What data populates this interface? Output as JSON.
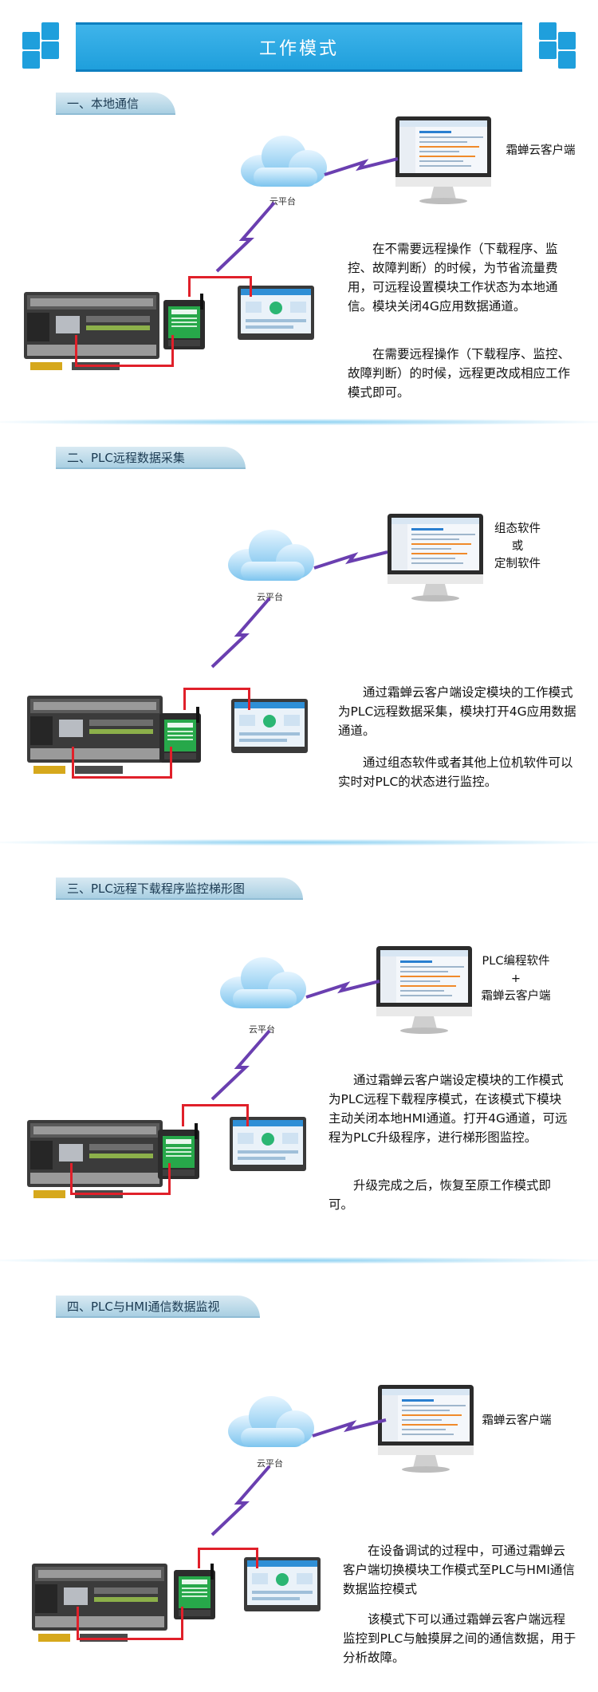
{
  "header": {
    "title": "工作模式"
  },
  "common": {
    "cloud_label": "云平台"
  },
  "sections": [
    {
      "tab": "一、本地通信",
      "side_label": [
        "霜蝉云客户端"
      ],
      "paragraphs": [
        "在不需要远程操作（下载程序、监控、故障判断）的时候，为节省流量费用，可远程设置模块工作状态为本地通信。模块关闭4G应用数据通道。",
        "在需要远程操作（下载程序、监控、故障判断）的时候，远程更改成相应工作模式即可。"
      ]
    },
    {
      "tab": "二、PLC远程数据采集",
      "side_label": [
        "组态软件",
        "或",
        "定制软件"
      ],
      "paragraphs": [
        "通过霜蝉云客户端设定模块的工作模式为PLC远程数据采集，模块打开4G应用数据通道。",
        "通过组态软件或者其他上位机软件可以实时对PLC的状态进行监控。"
      ]
    },
    {
      "tab": "三、PLC远程下载程序监控梯形图",
      "side_label": [
        "PLC编程软件",
        "+",
        "霜蝉云客户端"
      ],
      "paragraphs": [
        "通过霜蝉云客户端设定模块的工作模式为PLC远程下载程序模式，在该模式下模块主动关闭本地HMI通道。打开4G通道，可远程为PLC升级程序，进行梯形图监控。",
        "升级完成之后，恢复至原工作模式即可。"
      ]
    },
    {
      "tab": "四、PLC与HMI通信数据监视",
      "side_label": [
        "霜蝉云客户端"
      ],
      "paragraphs": [
        "在设备调试的过程中，可通过霜蝉云客户端切换模块工作模式至PLC与HMI通信数据监控模式",
        "该模式下可以通过霜蝉云客户端远程监控到PLC与触摸屏之间的通信数据，用于分析故障。"
      ]
    }
  ],
  "colors": {
    "brand_blue": "#1f9fdc",
    "wire_red": "#e0202a",
    "bolt_purple": "#6a3fb0"
  }
}
